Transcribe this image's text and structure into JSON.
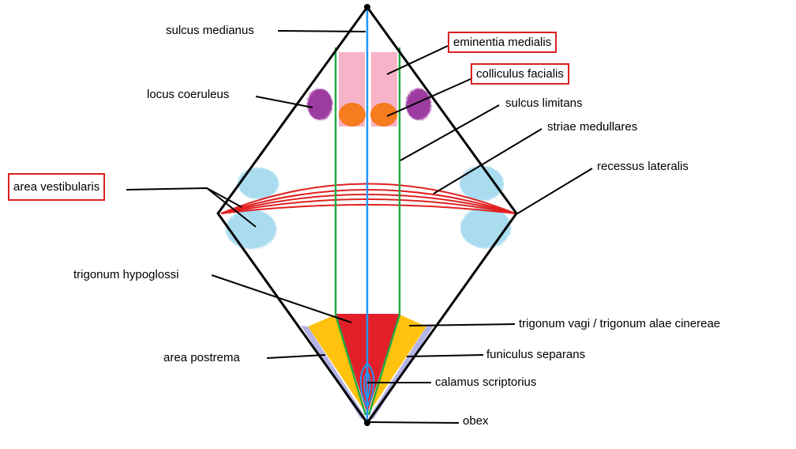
{
  "diagram": {
    "labels": {
      "sulcus_medianus": "sulcus medianus",
      "eminentia_medialis": "eminentia medialis",
      "colliculus_facialis": "colliculus facialis",
      "locus_coeruleus": "locus coeruleus",
      "sulcus_limitans": "sulcus limitans",
      "striae_medullares": "striae medullares",
      "area_vestibularis": "area vestibularis",
      "recessus_lateralis": "recessus lateralis",
      "trigonum_hypoglossi": "trigonum hypoglossi",
      "trigonum_vagi": "trigonum vagi / trigonum alae cinereae",
      "area_postrema": "area postrema",
      "funiculus_separans": "funiculus separans",
      "calamus_scriptorius": "calamus scriptorius",
      "obex": "obex"
    },
    "highlighted_labels": [
      "eminentia_medialis",
      "colliculus_facialis",
      "area_vestibularis"
    ],
    "colors": {
      "outline": "#000000",
      "highlight_box": "#d92121",
      "sulcus_medianus_line": "#2196f3",
      "sulcus_limitans_line": "#22aa44",
      "eminentia_medialis": "#f7b3c8",
      "colliculus_facialis": "#f57c1f",
      "locus_coeruleus": "#9c3aa0",
      "area_vestibularis": "#a9dcef",
      "striae_medullares": "#e02020",
      "trigonum_hypoglossi": "#e3202a",
      "trigonum_vagi": "#ffc20e",
      "funiculus_separans": "#b3b3e6",
      "calamus_scriptorius": "#2196f3"
    }
  }
}
